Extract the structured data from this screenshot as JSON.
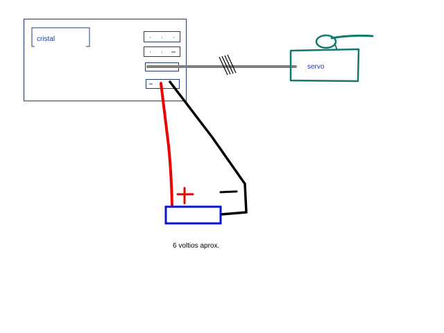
{
  "labels": {
    "crystal": "cristal",
    "servo": "servo",
    "voltage": "6 voltios aprox."
  },
  "colors": {
    "receiver_outline": "#1f3c7a",
    "servo": "#107a70",
    "signal_wire": "#808080",
    "positive_wire": "#ee0000",
    "negative_wire": "#000000",
    "battery": "#0a14c8",
    "label_text": "#1f3c9c"
  }
}
